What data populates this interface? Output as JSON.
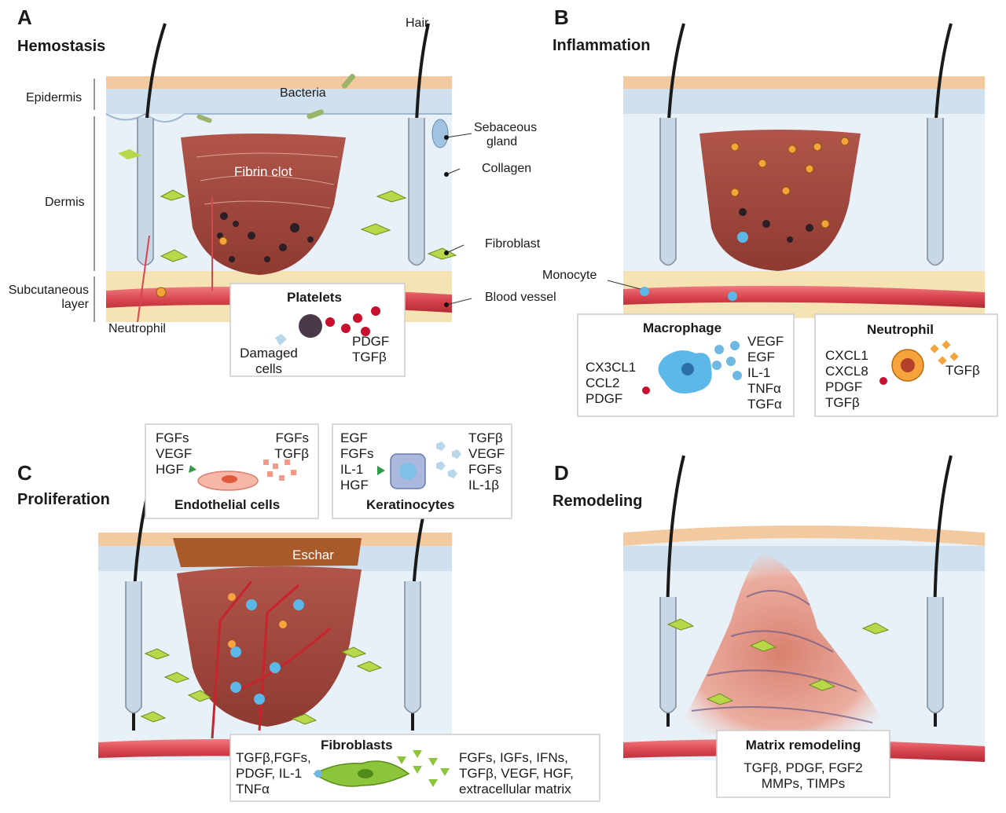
{
  "panels": {
    "A": {
      "letter": "A",
      "title": "Hemostasis"
    },
    "B": {
      "letter": "B",
      "title": "Inflammation"
    },
    "C": {
      "letter": "C",
      "title": "Proliferation"
    },
    "D": {
      "letter": "D",
      "title": "Remodeling"
    }
  },
  "labels_a": {
    "epidermis": "Epidermis",
    "dermis": "Dermis",
    "subcutaneous_1": "Subcutaneous",
    "subcutaneous_2": "layer",
    "neutrophil": "Neutrophil",
    "hair": "Hair",
    "bacteria": "Bacteria",
    "sebaceous_1": "Sebaceous",
    "sebaceous_2": "gland",
    "collagen": "Collagen",
    "fibroblast": "Fibroblast",
    "blood_vessel": "Blood vessel",
    "fibrin_clot": "Fibrin clot"
  },
  "platelets_box": {
    "title": "Platelets",
    "damaged_1": "Damaged",
    "damaged_2": "cells",
    "factors": [
      "PDGF",
      "TGFβ"
    ]
  },
  "labels_b": {
    "monocyte": "Monocyte"
  },
  "macrophage_box": {
    "title": "Macrophage",
    "left": [
      "CX3CL1",
      "CCL2",
      "PDGF"
    ],
    "right": [
      "VEGF",
      "EGF",
      "IL-1",
      "TNFα",
      "TGFα"
    ]
  },
  "neutrophil_box": {
    "title": "Neutrophil",
    "left": [
      "CXCL1",
      "CXCL8",
      "PDGF",
      "TGFβ"
    ],
    "right": [
      "TGFβ"
    ]
  },
  "endothelial_box": {
    "title": "Endothelial cells",
    "left": [
      "FGFs",
      "VEGF",
      "HGF"
    ],
    "right": [
      "FGFs",
      "TGFβ"
    ]
  },
  "keratinocytes_box": {
    "title": "Keratinocytes",
    "left": [
      "EGF",
      "FGFs",
      "IL-1",
      "HGF"
    ],
    "right": [
      "TGFβ",
      "VEGF",
      "FGFs",
      "IL-1β"
    ]
  },
  "labels_c": {
    "eschar": "Eschar"
  },
  "fibroblasts_box": {
    "title": "Fibroblasts",
    "left": [
      "TGFβ,FGFs,",
      "PDGF, IL-1",
      "TNFα"
    ],
    "right": [
      "FGFs, IGFs, IFNs,",
      "TGFβ, VEGF, HGF,",
      "extracellular matrix"
    ]
  },
  "matrix_box": {
    "title": "Matrix remodeling",
    "lines": [
      "TGFβ, PDGF, FGF2",
      "MMPs, TIMPs"
    ]
  },
  "colors": {
    "epidermis_top": "#f3c9a0",
    "dermis": "#e8f0f8",
    "clot": "#a0453a",
    "vessel": "#d9454e",
    "subcutaneous": "#f6e3b4",
    "fibroblast_cell": "#b8d84a",
    "macrophage": "#5bb8e8",
    "neutrophil_cell": "#f5a33a",
    "eschar": "#a95a2a",
    "scar": "#e79a8c",
    "red_factor": "#c8102e",
    "blue_factor": "#6fb8e2"
  }
}
